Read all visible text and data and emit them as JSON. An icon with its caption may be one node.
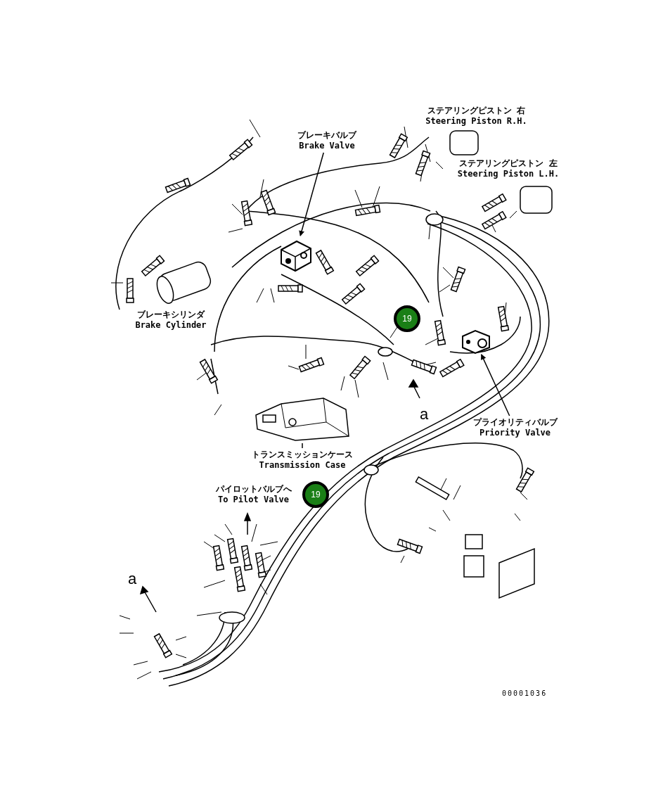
{
  "diagram": {
    "nodes": [
      {
        "text": [
          "ブレーキバルブ",
          "Brake Valve"
        ]
      },
      {
        "text": [],
        "shape": "picture"
      },
      {
        "text": [
          "ステアリングピストン 右",
          "Steering Piston R.H."
        ]
      },
      {
        "text": [
          "ステアリングピストン 左",
          "Steering Piston L.H."
        ]
      },
      {
        "text": [
          "ブレーキシリンダ",
          "Brake Cylinder"
        ]
      },
      {
        "text": [
          "プライオリティバルブ",
          "Priority Valve"
        ]
      },
      {
        "text": [],
        "shape": "picture"
      },
      {
        "text": [
          "トランスミッションケース",
          "Transmission Case"
        ]
      },
      {
        "text": [],
        "shape": "picture"
      },
      {
        "text": [
          "パイロットバルブへ",
          "To Pilot Valve"
        ]
      }
    ],
    "edges": [
      {
        "from": 0,
        "to": 1,
        "arrow": "to"
      },
      {
        "from": 5,
        "to": 6,
        "arrow": "to"
      },
      {
        "from": 7,
        "to": 8,
        "arrow": "none"
      }
    ],
    "labels": [
      "19",
      "a",
      "19",
      "a",
      "00001036"
    ]
  }
}
